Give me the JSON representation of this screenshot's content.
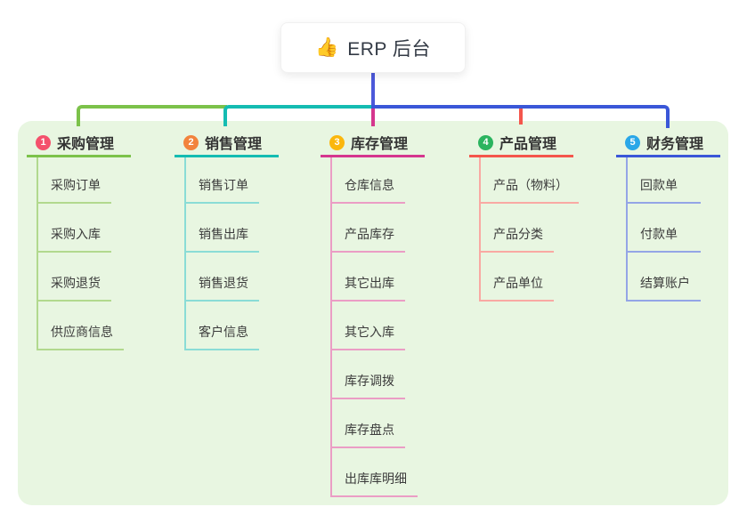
{
  "root": {
    "emoji": "👍",
    "label": "ERP 后台"
  },
  "colors": {
    "stem": "#4c59da",
    "panel_bg": "#e8f6e1",
    "root_text": "#333a45",
    "child_text": "#3b3b3b"
  },
  "branches": [
    {
      "index": "1",
      "title": "采购管理",
      "badge_color": "#f4516c",
      "line_color": "#7cc24a",
      "child_line_color": "#b2d98e",
      "children": [
        "采购订单",
        "采购入库",
        "采购退货",
        "供应商信息"
      ]
    },
    {
      "index": "2",
      "title": "销售管理",
      "badge_color": "#f2833c",
      "line_color": "#14bcb2",
      "child_line_color": "#8adcd6",
      "children": [
        "销售订单",
        "销售出库",
        "销售退货",
        "客户信息"
      ]
    },
    {
      "index": "3",
      "title": "库存管理",
      "badge_color": "#fbb70c",
      "line_color": "#d5368e",
      "child_line_color": "#eb9dc5",
      "children": [
        "仓库信息",
        "产品库存",
        "其它出库",
        "其它入库",
        "库存调拨",
        "库存盘点",
        "出库库明细"
      ]
    },
    {
      "index": "4",
      "title": "产品管理",
      "badge_color": "#2bb45f",
      "line_color": "#f4564c",
      "child_line_color": "#f9a9a3",
      "children": [
        "产品（物料）",
        "产品分类",
        "产品单位"
      ]
    },
    {
      "index": "5",
      "title": "财务管理",
      "badge_color": "#2aa7e8",
      "line_color": "#3a57d8",
      "child_line_color": "#94a5e6",
      "children": [
        "回款单",
        "付款单",
        "结算账户"
      ]
    }
  ]
}
